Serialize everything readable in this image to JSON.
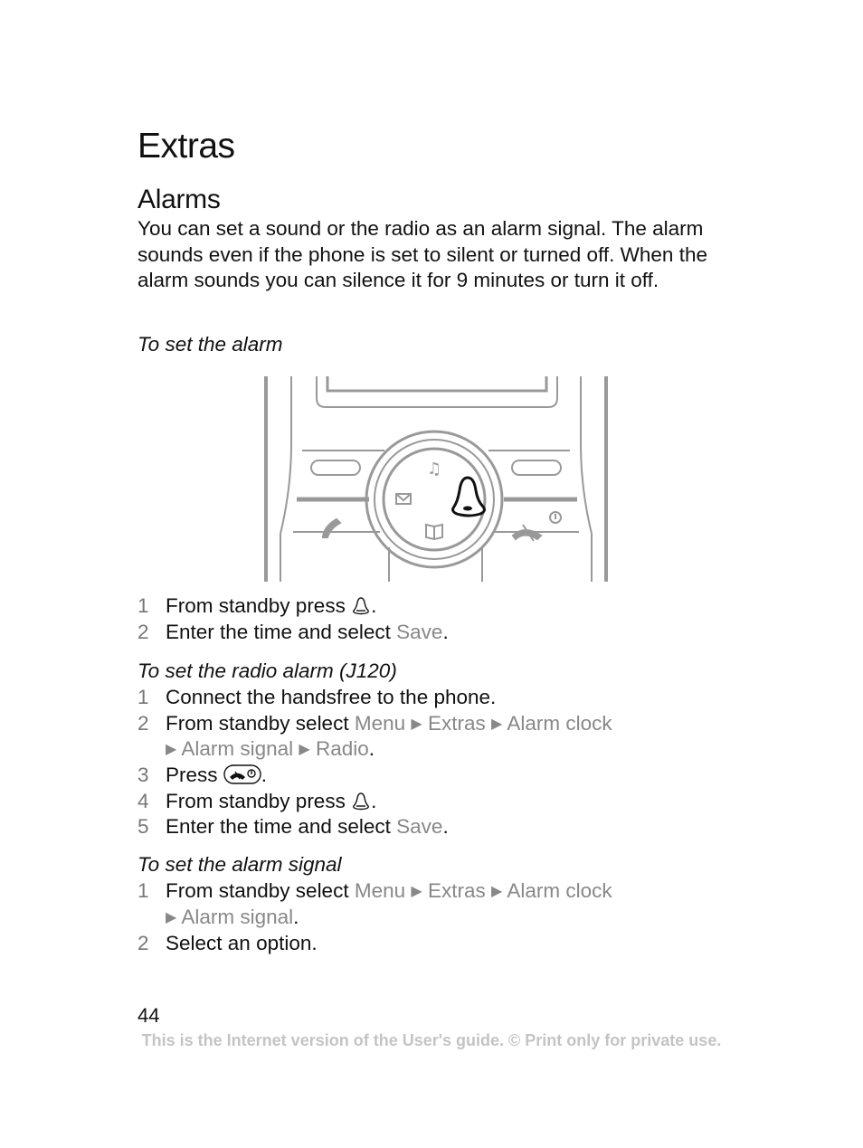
{
  "page": {
    "title": "Extras",
    "section": "Alarms",
    "intro": "You can set a sound or the radio as an alarm signal. The alarm sounds even if the phone is set to silent or turned off. When the alarm sounds you can silence it for 9 minutes or turn it off.",
    "page_number": "44",
    "footer": "This is the Internet version of the User's guide. © Print only for private use."
  },
  "figure": {
    "description": "phone keypad illustration with alarm (bell) key highlighted",
    "icons": [
      "music-note-icon",
      "envelope-icon",
      "book-icon",
      "bell-icon",
      "call-icon",
      "end-call-icon",
      "power-icon"
    ]
  },
  "procedures": [
    {
      "heading": "To set the alarm",
      "steps": [
        {
          "num": "1",
          "text": "From standby press",
          "icon": "alarm-key-icon",
          "end": "."
        },
        {
          "num": "2",
          "text": "Enter the time and select ",
          "menu": "Save",
          "end": "."
        }
      ]
    },
    {
      "heading": "To set the radio alarm (J120)",
      "steps": [
        {
          "num": "1",
          "text": "Connect the handsfree to the phone."
        },
        {
          "num": "2",
          "text": "From standby select ",
          "path": [
            "Menu",
            "Extras",
            "Alarm clock"
          ],
          "path_cont": [
            "Alarm signal",
            "Radio"
          ],
          "end": "."
        },
        {
          "num": "3",
          "text": "Press ",
          "icon": "end-power-key-icon",
          "end": "."
        },
        {
          "num": "4",
          "text": "From standby press",
          "icon": "alarm-key-icon",
          "end": "."
        },
        {
          "num": "5",
          "text": "Enter the time and select ",
          "menu": "Save",
          "end": "."
        }
      ]
    },
    {
      "heading": "To set the alarm signal",
      "steps": [
        {
          "num": "1",
          "text": "From standby select ",
          "path": [
            "Menu",
            "Extras",
            "Alarm clock"
          ],
          "path_cont": [
            "Alarm signal"
          ],
          "end": "."
        },
        {
          "num": "2",
          "text": "Select an option."
        }
      ]
    }
  ],
  "colors": {
    "text": "#111111",
    "menu_gray": "#888888",
    "footer_gray": "#c4c4c4"
  },
  "arrow": "▶"
}
